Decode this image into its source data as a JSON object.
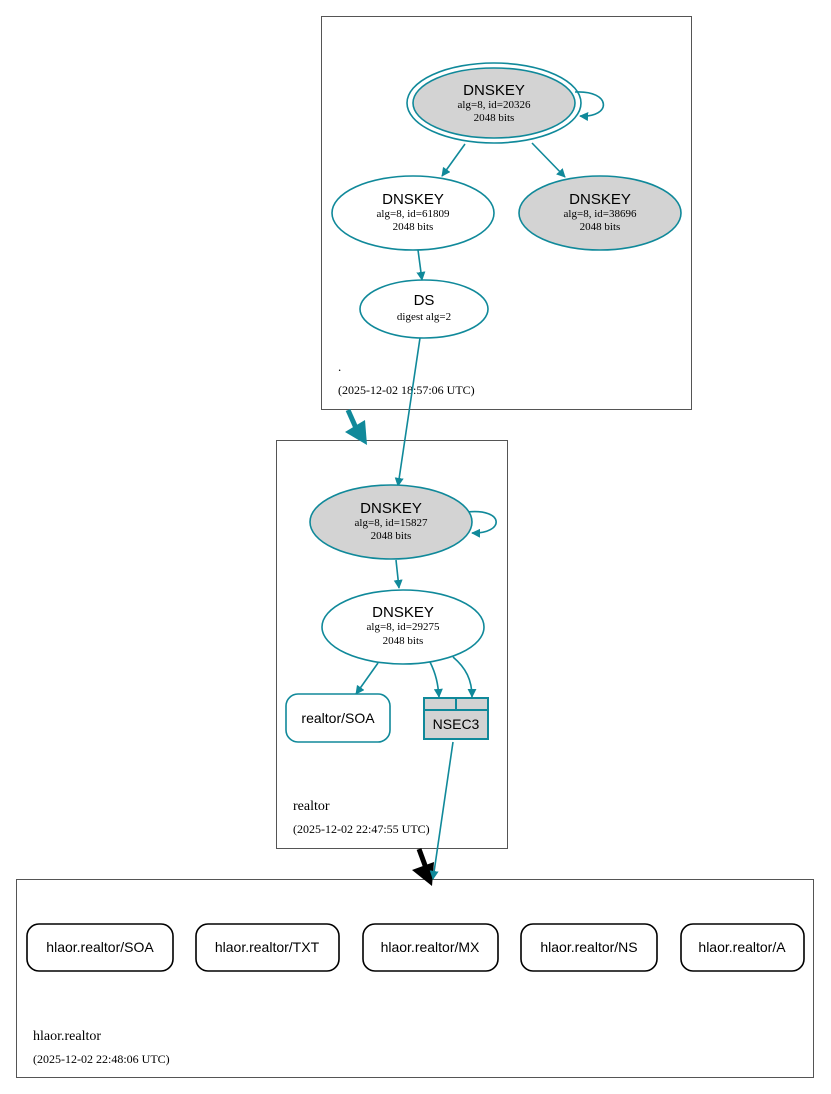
{
  "colors": {
    "edge": "#10899a",
    "delegation": "#000000",
    "fill_gray": "#d3d3d3",
    "zone_border": "#555555"
  },
  "zones": {
    "root": {
      "name": ".",
      "timestamp": "(2025-12-02 18:57:06 UTC)"
    },
    "realtor": {
      "name": "realtor",
      "timestamp": "(2025-12-02 22:47:55 UTC)"
    },
    "hlaor": {
      "name": "hlaor.realtor",
      "timestamp": "(2025-12-02 22:48:06 UTC)"
    }
  },
  "nodes": {
    "root_ksk": {
      "title": "DNSKEY",
      "line1": "alg=8, id=20326",
      "line2": "2048 bits"
    },
    "root_zsk": {
      "title": "DNSKEY",
      "line1": "alg=8, id=61809",
      "line2": "2048 bits"
    },
    "root_key3": {
      "title": "DNSKEY",
      "line1": "alg=8, id=38696",
      "line2": "2048 bits"
    },
    "root_ds": {
      "title": "DS",
      "line1": "digest alg=2"
    },
    "realtor_ksk": {
      "title": "DNSKEY",
      "line1": "alg=8, id=15827",
      "line2": "2048 bits"
    },
    "realtor_zsk": {
      "title": "DNSKEY",
      "line1": "alg=8, id=29275",
      "line2": "2048 bits"
    },
    "realtor_soa": {
      "label": "realtor/SOA"
    },
    "realtor_nsec3": {
      "label": "NSEC3"
    },
    "hlaor_records": [
      "hlaor.realtor/SOA",
      "hlaor.realtor/TXT",
      "hlaor.realtor/MX",
      "hlaor.realtor/NS",
      "hlaor.realtor/A"
    ]
  }
}
